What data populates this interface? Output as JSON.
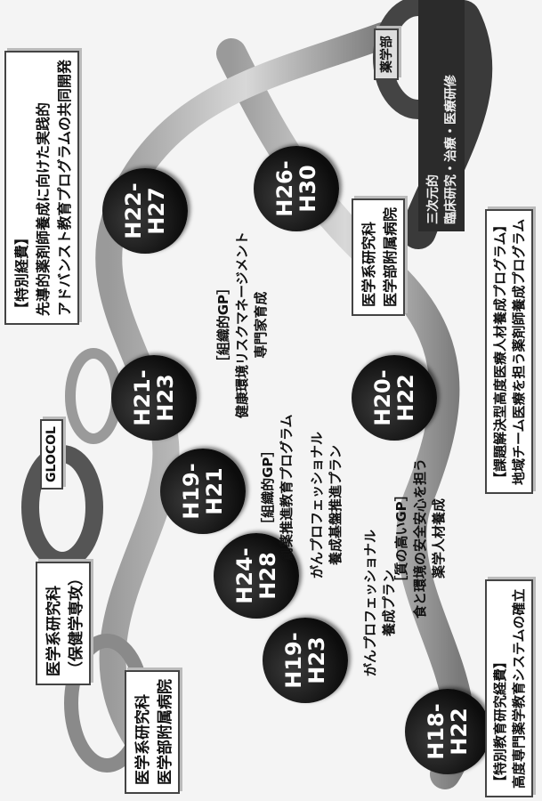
{
  "diagram": {
    "nodes": [
      {
        "id": "h18",
        "line1": "H18-",
        "line2": "H22"
      },
      {
        "id": "h19a",
        "line1": "H19-",
        "line2": "H23"
      },
      {
        "id": "h24",
        "line1": "H24-",
        "line2": "H28"
      },
      {
        "id": "h19b",
        "line1": "H19-",
        "line2": "H21"
      },
      {
        "id": "h21",
        "line1": "H21-",
        "line2": "H23"
      },
      {
        "id": "h20",
        "line1": "H20-",
        "line2": "H22"
      },
      {
        "id": "h26",
        "line1": "H26-",
        "line2": "H30"
      },
      {
        "id": "h22",
        "line1": "H22-",
        "line2": "H27"
      }
    ],
    "boxes": {
      "med_hospital": {
        "l1": "医学系研究科",
        "l2": "医学部附属病院"
      },
      "med_health": {
        "l1": "医学系研究科",
        "l2": "（保健学専攻）"
      },
      "glocol": "GLOCOL",
      "med_hospital2": {
        "l1": "医学系研究科",
        "l2": "医学部附属病院"
      },
      "special_top": {
        "l1": "【特別経費】",
        "l2": "先導的薬剤師養成に向けた実践的",
        "l3": "アドバンスト教育プログラムの共同開発"
      },
      "task": {
        "l1": "【課題解決型高度医療人材養成プログラム】",
        "l2": "地域チーム医療を担う薬剤師養成プログラム"
      },
      "special_bottom": {
        "l1": "【特別教育研究経費】",
        "l2": "高度専門薬学教育システムの確立"
      }
    },
    "labels": {
      "cancer1": {
        "l1": "がんプロフェッショナル",
        "l2": "養成プラン"
      },
      "cancer2": {
        "l1": "がんプロフェッショナル",
        "l2": "養成基盤推進プラン"
      },
      "drug": {
        "l1": "［組織的GP］",
        "l2": "創薬推進教育プログラム"
      },
      "health": {
        "l1": "［組織的GP］",
        "l2": "健康環境リスクマネージメント",
        "l3": "専門家育成"
      },
      "quality": {
        "l1": "［質の高いGP］",
        "l2": "食と環境の安全安心を担う",
        "l3": "薬学人材養成"
      }
    },
    "darkband": {
      "l1": "三次元的",
      "l2": "臨床研究・治療・医療研修"
    },
    "pharmacy_tag": "薬学部"
  }
}
